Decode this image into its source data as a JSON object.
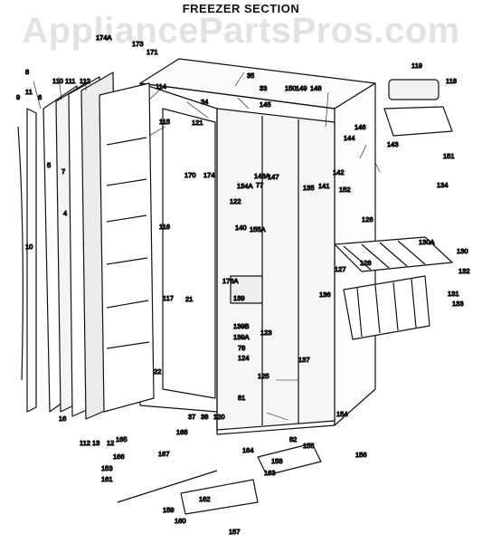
{
  "header": {
    "title": "FREEZER SECTION",
    "watermark": "AppliancePartsPros.com"
  },
  "callouts": [
    "8",
    "11",
    "10",
    "9",
    "6",
    "7",
    "4",
    "5",
    "110",
    "111",
    "112",
    "114",
    "115",
    "116",
    "117",
    "21",
    "22",
    "16",
    "112",
    "13",
    "12",
    "165",
    "166",
    "153",
    "161",
    "167",
    "168",
    "37",
    "38",
    "120",
    "159",
    "160",
    "162",
    "157",
    "163",
    "164",
    "158",
    "155",
    "156",
    "82",
    "81",
    "154",
    "125",
    "137",
    "124",
    "78",
    "139A",
    "139B",
    "139",
    "176A",
    "155A",
    "140",
    "122",
    "134A",
    "148A",
    "77",
    "147",
    "170",
    "174",
    "121",
    "34",
    "35",
    "33",
    "145",
    "150",
    "149",
    "148",
    "146",
    "144",
    "141",
    "142",
    "143",
    "151",
    "152",
    "134",
    "135",
    "126",
    "127",
    "128",
    "130A",
    "130",
    "132",
    "131",
    "133",
    "136",
    "123",
    "119",
    "118",
    "171",
    "173",
    "174A"
  ]
}
